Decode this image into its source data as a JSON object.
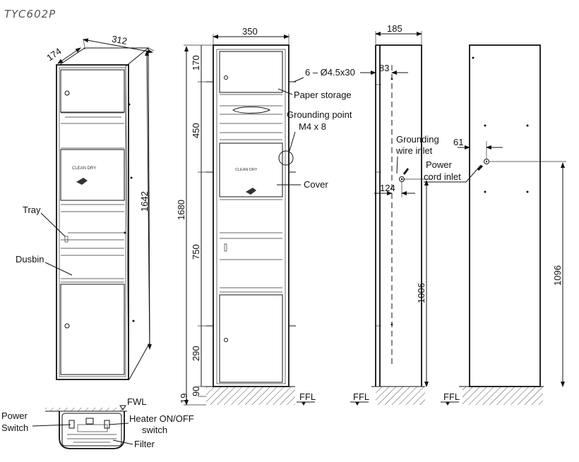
{
  "title": "TYC602P",
  "dims": {
    "iso_width": "312",
    "iso_depth": "174",
    "iso_height": "1642",
    "front_width": "350",
    "front_total": "1680",
    "front_seg1": "170",
    "front_seg2": "450",
    "front_seg3": "750",
    "front_seg4": "290",
    "front_seg5": "90",
    "front_seg6": "19",
    "side_width": "185",
    "side_offset1": "83",
    "side_offset2": "124",
    "side_height": "1006",
    "rear_offset": "61",
    "rear_height": "1096"
  },
  "labels": {
    "screw": "6 – Ø4.5x30",
    "paper_storage": "Paper storage",
    "grounding_point_1": "Grounding point",
    "grounding_point_2": "M4 x 8",
    "cover": "Cover",
    "grounding_wire_1": "Grounding",
    "grounding_wire_2": "wire inlet",
    "power_cord_1": "Power",
    "power_cord_2": "cord inlet",
    "tray": "Tray",
    "dusbin": "Dusbin",
    "ffl": "FFL",
    "fwl": "FWL",
    "power_switch_1": "Power",
    "power_switch_2": "Switch",
    "heater_1": "Heater ON/OFF",
    "heater_2": "switch",
    "filter": "Filter",
    "brand": "CLEAN DRY"
  }
}
